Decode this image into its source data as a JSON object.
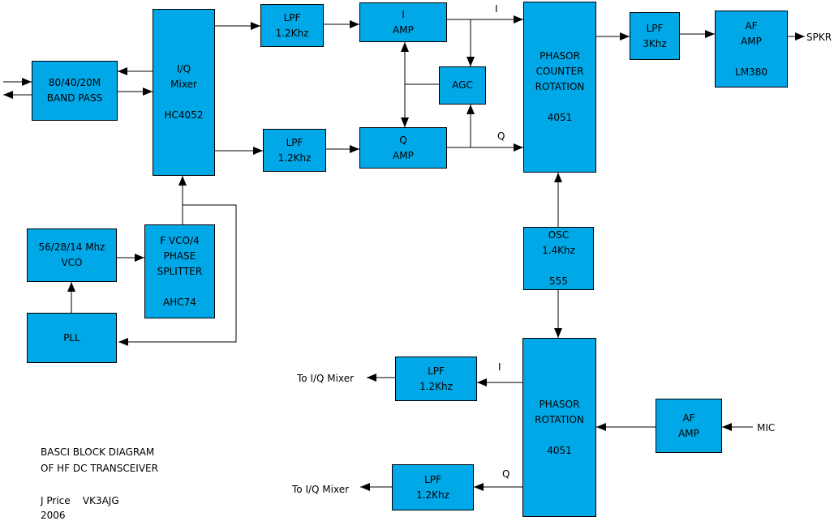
{
  "diagram": {
    "blocks": {
      "bandpass": [
        "80/40/20M",
        "BAND PASS"
      ],
      "mixer": [
        "I/Q",
        "Mixer",
        "",
        "HC4052"
      ],
      "lpf_i_rx": [
        "LPF",
        "1.2Khz"
      ],
      "lpf_q_rx": [
        "LPF",
        "1.2Khz"
      ],
      "i_amp": [
        "I",
        "AMP"
      ],
      "q_amp": [
        "Q",
        "AMP"
      ],
      "agc": [
        "AGC"
      ],
      "phasor_counter": [
        "PHASOR",
        "COUNTER",
        "ROTATION",
        "",
        "4051"
      ],
      "lpf_3k": [
        "LPF",
        "3Khz"
      ],
      "af_amp_rx": [
        "AF",
        "AMP",
        "",
        "LM380"
      ],
      "vco": [
        "56/28/14 Mhz",
        "VCO"
      ],
      "splitter": [
        "F VCO/4",
        "PHASE",
        "SPLITTER",
        "",
        "AHC74"
      ],
      "pll": [
        "PLL"
      ],
      "osc": [
        "OSC",
        "1.4Khz",
        "",
        "555"
      ],
      "phasor_tx": [
        "PHASOR",
        "ROTATION",
        "",
        "4051"
      ],
      "lpf_i_tx": [
        "LPF",
        "1.2Khz"
      ],
      "lpf_q_tx": [
        "LPF",
        "1.2Khz"
      ],
      "af_amp_tx": [
        "AF",
        "AMP"
      ]
    },
    "labels": {
      "i_rx": "I",
      "q_rx": "Q",
      "spkr": "SPKR",
      "i_tx": "I",
      "q_tx": "Q",
      "mic": "MIC",
      "to_mixer_i": "To I/Q Mixer",
      "to_mixer_q": "To I/Q Mixer"
    },
    "caption": {
      "line1": "BASCI BLOCK DIAGRAM",
      "line2": "OF HF DC TRANSCEIVER",
      "line3": "J Price    VK3AJG",
      "line4": "2006"
    }
  }
}
